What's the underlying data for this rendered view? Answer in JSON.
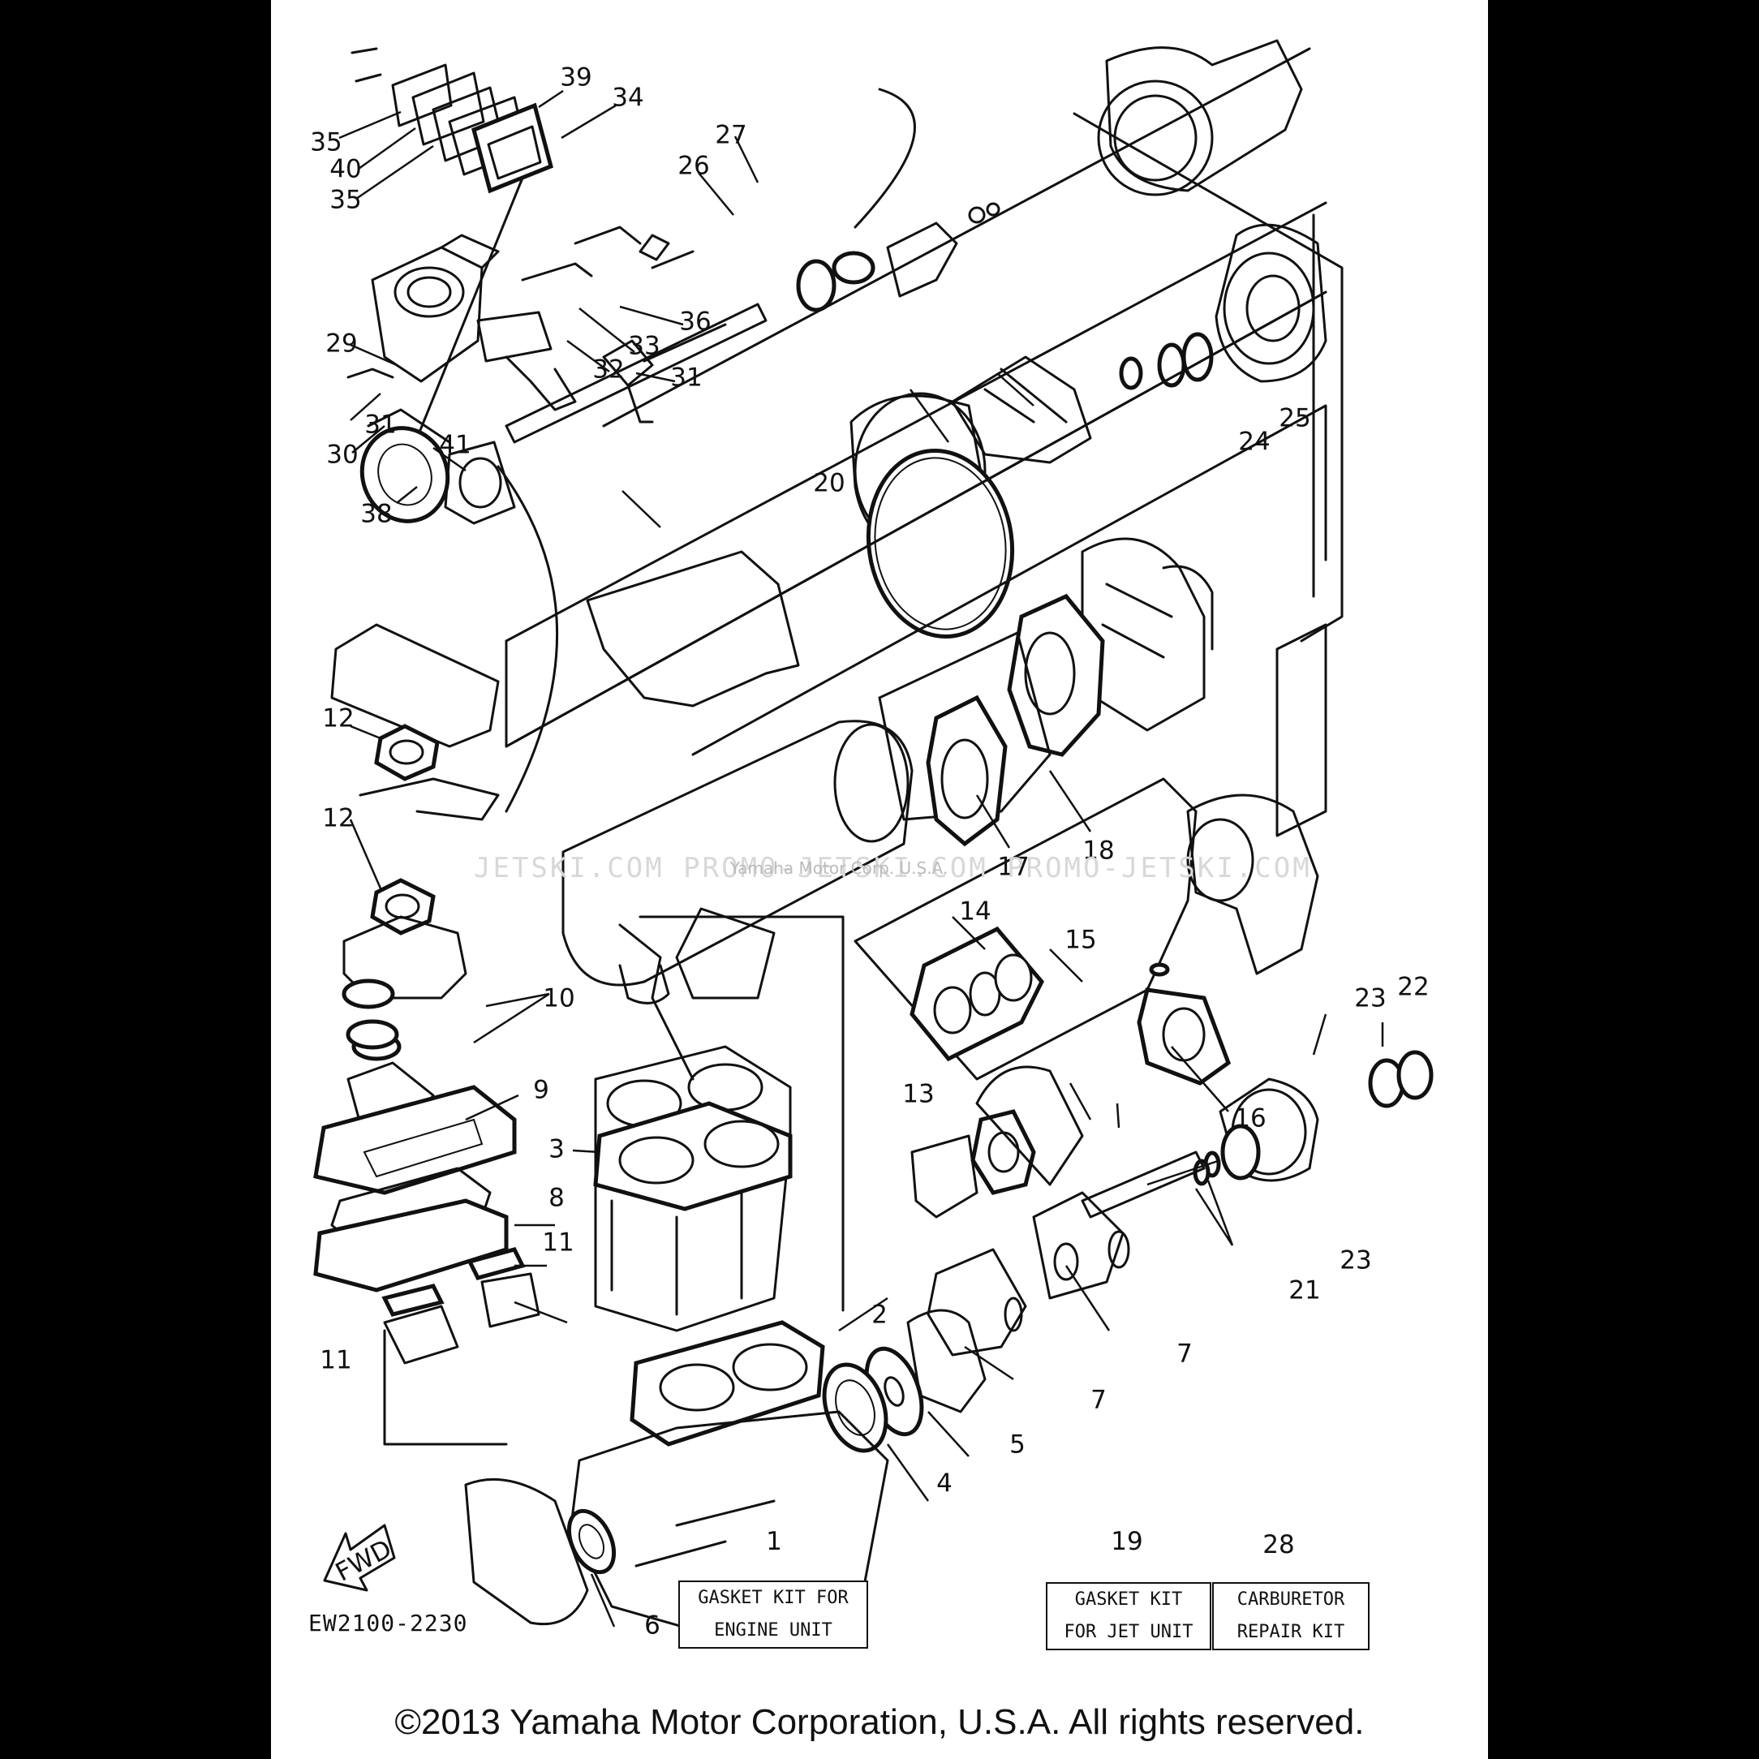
{
  "diagram": {
    "callouts": [
      {
        "id": "c39",
        "label": "39"
      },
      {
        "id": "c34",
        "label": "34"
      },
      {
        "id": "c35a",
        "label": "35"
      },
      {
        "id": "c40",
        "label": "40"
      },
      {
        "id": "c35b",
        "label": "35"
      },
      {
        "id": "c26",
        "label": "26"
      },
      {
        "id": "c27",
        "label": "27"
      },
      {
        "id": "c36",
        "label": "36"
      },
      {
        "id": "c33",
        "label": "33"
      },
      {
        "id": "c29",
        "label": "29"
      },
      {
        "id": "c32",
        "label": "32"
      },
      {
        "id": "c31a",
        "label": "31"
      },
      {
        "id": "c31b",
        "label": "31"
      },
      {
        "id": "c30",
        "label": "30"
      },
      {
        "id": "c41",
        "label": "41"
      },
      {
        "id": "c38",
        "label": "38"
      },
      {
        "id": "c24",
        "label": "24"
      },
      {
        "id": "c25",
        "label": "25"
      },
      {
        "id": "c20",
        "label": "20"
      },
      {
        "id": "c12a",
        "label": "12"
      },
      {
        "id": "c12b",
        "label": "12"
      },
      {
        "id": "c18",
        "label": "18"
      },
      {
        "id": "c17",
        "label": "17"
      },
      {
        "id": "c14",
        "label": "14"
      },
      {
        "id": "c15",
        "label": "15"
      },
      {
        "id": "c10",
        "label": "10"
      },
      {
        "id": "c23a",
        "label": "23"
      },
      {
        "id": "c22",
        "label": "22"
      },
      {
        "id": "c9",
        "label": "9"
      },
      {
        "id": "c13",
        "label": "13"
      },
      {
        "id": "c16",
        "label": "16"
      },
      {
        "id": "c3",
        "label": "3"
      },
      {
        "id": "c8",
        "label": "8"
      },
      {
        "id": "c11a",
        "label": "11"
      },
      {
        "id": "c23b",
        "label": "23"
      },
      {
        "id": "c21",
        "label": "21"
      },
      {
        "id": "c7a",
        "label": "7"
      },
      {
        "id": "c11b",
        "label": "11"
      },
      {
        "id": "c2",
        "label": "2"
      },
      {
        "id": "c7b",
        "label": "7"
      },
      {
        "id": "c5",
        "label": "5"
      },
      {
        "id": "c4",
        "label": "4"
      },
      {
        "id": "c6",
        "label": "6"
      }
    ],
    "fwd_label": "FWD",
    "code": "EW2100-2230"
  },
  "kits": [
    {
      "number": "1",
      "line1": "GASKET KIT FOR",
      "line2": "ENGINE UNIT"
    },
    {
      "number": "19",
      "line1": "GASKET KIT",
      "line2": "FOR JET UNIT"
    },
    {
      "number": "28",
      "line1": "CARBURETOR",
      "line2": "REPAIR KIT"
    }
  ],
  "watermark": "JETSKI.COM   PROMO-JETSKI.COM   PROMO-JETSKI.COM",
  "watermark_small": "Yamaha Motor Corp. U.S.A.",
  "copyright": "©2013 Yamaha Motor Corporation, U.S.A. All rights reserved."
}
